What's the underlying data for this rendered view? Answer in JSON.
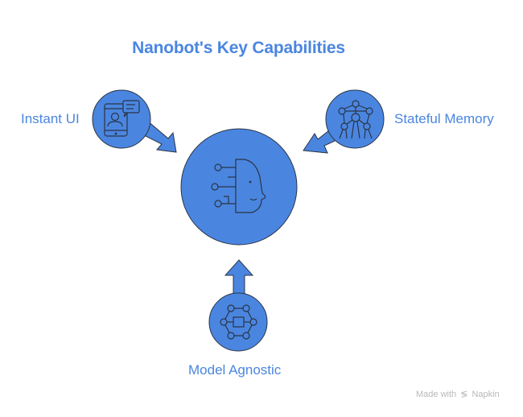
{
  "title": "Nanobot's Key Capabilities",
  "center": {
    "icon": "ai-head-icon"
  },
  "capabilities": [
    {
      "label": "Instant UI",
      "icon": "mobile-chat-icon"
    },
    {
      "label": "Stateful Memory",
      "icon": "network-structure-icon"
    },
    {
      "label": "Model Agnostic",
      "icon": "hexagon-network-icon"
    }
  ],
  "watermark": {
    "prefix": "Made with",
    "brand": "Napkin",
    "icon": "napkin-logo-icon"
  },
  "colors": {
    "accent": "#4a86e0",
    "stroke": "#2b3446",
    "watermark": "#b8b8b8"
  }
}
